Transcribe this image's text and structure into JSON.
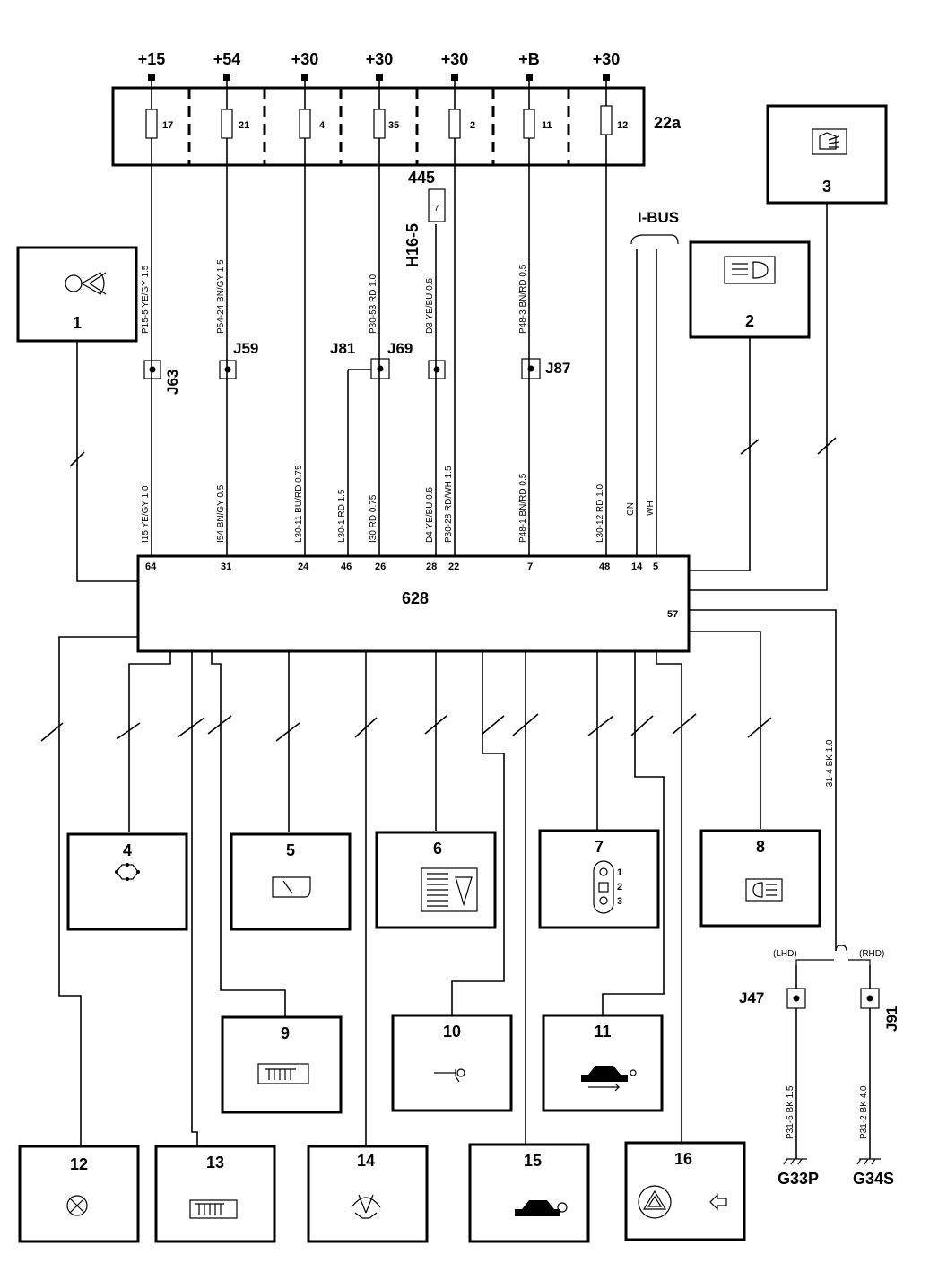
{
  "fusebox": {
    "label": "22a",
    "fuses": [
      {
        "terminal": "+15",
        "number": "17"
      },
      {
        "terminal": "+54",
        "number": "21"
      },
      {
        "terminal": "+30",
        "number": "4"
      },
      {
        "terminal": "+30",
        "number": "35"
      },
      {
        "terminal": "+30",
        "number": "2"
      },
      {
        "terminal": "+B",
        "number": "11"
      },
      {
        "terminal": "+30",
        "number": "12"
      }
    ]
  },
  "control_unit": {
    "label": "628",
    "pins": [
      "64",
      "31",
      "24",
      "46",
      "26",
      "28",
      "22",
      "7",
      "48",
      "14",
      "5",
      "57"
    ]
  },
  "connector_445": {
    "label": "445",
    "pin": "7",
    "code": "H16-5"
  },
  "ibus": {
    "label": "I-BUS"
  },
  "wires_upper": [
    "P15-5  YE/GY 1.5",
    "P54-24  BN/GY 1.5",
    "P30-53  RD 1.0",
    "D3  YE/BU  0.5",
    "P48-3  BN/RD  0.5"
  ],
  "wires_lower": [
    "I15  YE/GY 1.0",
    "I54  BN/GY 0.5",
    "L30-11  BU/RD 0.75",
    "L30-1  RD 1.5",
    "I30  RD 0.75",
    "D4  YE/BU  0.5",
    "P30-28  RD/WH 1.5",
    "P48-1  BN/RD 0.5",
    "L30-12  RD 1.0",
    "GN",
    "WH"
  ],
  "ground_wire": "I31-4  BK 1.0",
  "ground_left": {
    "wire": "P31-5  BK  1.5",
    "junction": "J47",
    "ground": "G33P",
    "variant": "(LHD)"
  },
  "ground_right": {
    "wire": "P31-2  BK  4.0",
    "junction": "J91",
    "ground": "G34S",
    "variant": "(RHD)"
  },
  "junctions": [
    "J63",
    "J59",
    "J81",
    "J69",
    "J87"
  ],
  "components": [
    "1",
    "2",
    "3",
    "4",
    "5",
    "6",
    "7",
    "8",
    "9",
    "10",
    "11",
    "12",
    "13",
    "14",
    "15",
    "16"
  ],
  "switch_positions": [
    "1",
    "2",
    "3"
  ],
  "icons": [
    "fan-icon",
    "headlight-level-icon",
    "foglight-icon",
    "light-sensor-icon",
    "mirror-icon",
    "rear-window-heater-icon",
    "light-switch-icon",
    "headlight-icon",
    "seat-heater-icon",
    "tow-hook-icon",
    "car-alarm-icon",
    "bulb-icon",
    "heated-screen-icon",
    "wiper-icon",
    "car-lock-icon",
    "hazard-icon"
  ]
}
